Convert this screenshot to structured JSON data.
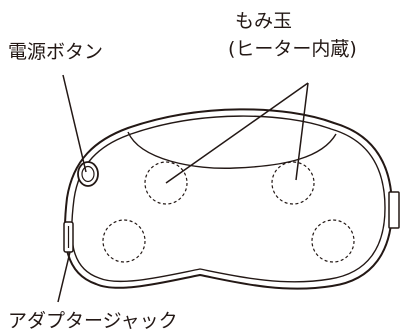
{
  "labels": {
    "power_button": "電源ボタン",
    "massage_balls_line1": "もみ玉",
    "massage_balls_line2": "(ヒーター内蔵)",
    "adapter_jack": "アダプタージャック"
  },
  "colors": {
    "stroke": "#231815",
    "background": "#ffffff"
  }
}
